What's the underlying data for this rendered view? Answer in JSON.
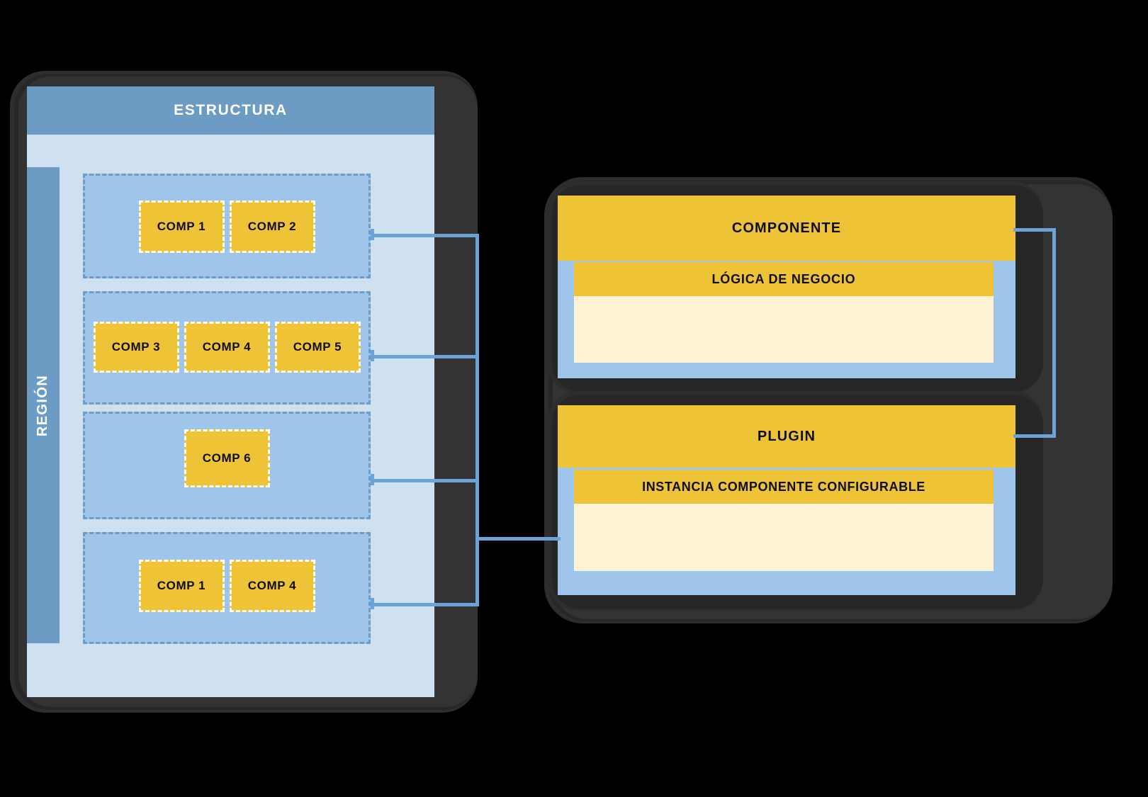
{
  "diagram": {
    "title": "Estructura / Componente / Plugin",
    "colors": {
      "header_blue": "#6c9cc4",
      "panel_light_blue": "#cfe0f1",
      "group_blue": "#9fc6ea",
      "component_yellow": "#eec335",
      "cream": "#fdf2d4",
      "connector_blue": "#6ba3d6",
      "shell_dark": "#2e2e2e",
      "background": "#000000",
      "text_dark": "#0d0d0d",
      "text_light": "#ffffff"
    }
  },
  "left_panel": {
    "header": "ESTRUCTURA",
    "sidebar_label": "REGIÓN",
    "groups": [
      {
        "name": "group-1",
        "components": [
          "COMP 1",
          "COMP 2"
        ]
      },
      {
        "name": "group-2",
        "components": [
          "COMP 3",
          "COMP 4",
          "COMP 5"
        ]
      },
      {
        "name": "group-3",
        "components": [
          "COMP 6"
        ]
      },
      {
        "name": "group-4",
        "components": [
          "COMP 1",
          "COMP 4"
        ]
      }
    ]
  },
  "right_panel": {
    "componente": {
      "title": "COMPONENTE",
      "inner_band": "LÓGICA DE NEGOCIO"
    },
    "plugin": {
      "title": "PLUGIN",
      "inner_band": "INSTANCIA COMPONENTE CONFIGURABLE"
    }
  }
}
